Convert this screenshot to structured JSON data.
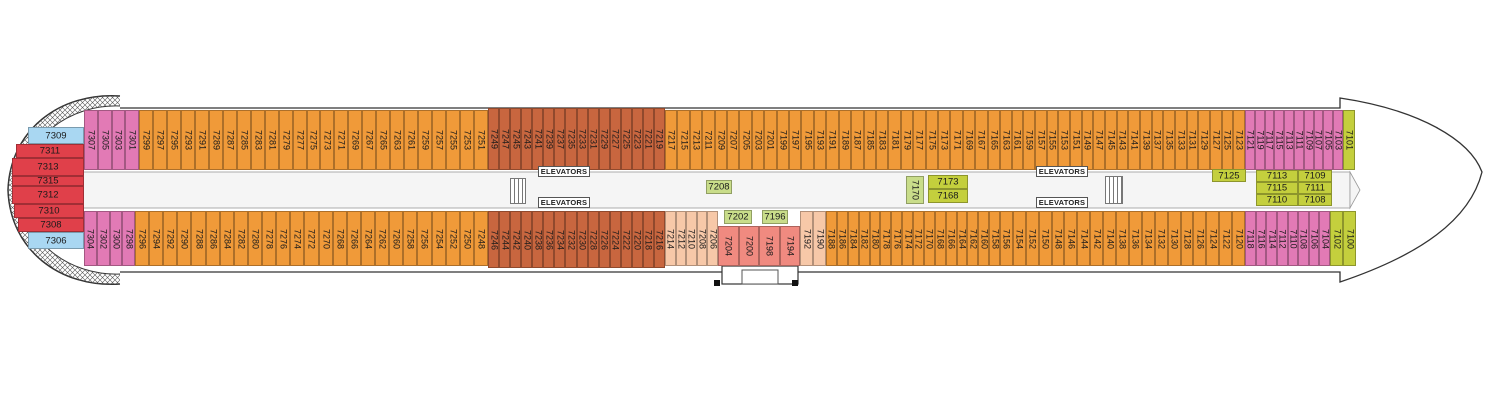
{
  "colors": {
    "orange": "#F09A39",
    "rust": "#C8663F",
    "pink": "#E27AB5",
    "red": "#E0404A",
    "blue": "#A9D7F2",
    "yellowgreen": "#C4CF3D",
    "peach": "#F7C8A8",
    "salmon": "#F08A80",
    "lightgreen": "#C9DD8A",
    "corridor": "#F4F4F4",
    "outline": "#333333"
  },
  "labels": {
    "elevators": "ELEVATORS"
  },
  "groups": [
    {
      "name": "aft-top-pink",
      "color": "pink",
      "row": "top",
      "start": 7307,
      "end": 7301,
      "step": -2
    },
    {
      "name": "aft-top-orange",
      "color": "orange",
      "row": "top",
      "start": 7299,
      "end": 7251,
      "step": -2
    },
    {
      "name": "mid-top-rust",
      "color": "rust",
      "row": "top",
      "start": 7249,
      "end": 7219,
      "step": -2
    },
    {
      "name": "mid-top-orange",
      "color": "orange",
      "row": "top",
      "start": 7217,
      "end": 7165,
      "step": -2
    },
    {
      "name": "fwd-top-orange",
      "color": "orange",
      "row": "top",
      "start": 7163,
      "end": 7123,
      "step": -2
    },
    {
      "name": "fwd-top-pink",
      "color": "pink",
      "row": "top",
      "start": 7121,
      "end": 7103,
      "step": -2
    },
    {
      "name": "bow-top",
      "color": "yellowgreen",
      "row": "top",
      "start": 7101,
      "end": 7101,
      "step": -2
    },
    {
      "name": "aft-bot-pink",
      "color": "pink",
      "row": "bot",
      "start": 7304,
      "end": 7298,
      "step": -2
    },
    {
      "name": "aft-bot-orange",
      "color": "orange",
      "row": "bot",
      "start": 7296,
      "end": 7248,
      "step": -2
    },
    {
      "name": "mid-bot-rust",
      "color": "rust",
      "row": "bot",
      "start": 7246,
      "end": 7216,
      "step": -2
    },
    {
      "name": "mid-bot-peach",
      "color": "peach",
      "row": "bot",
      "start": 7214,
      "end": 7206,
      "step": -2
    },
    {
      "name": "mid-bot-peach2",
      "color": "peach",
      "row": "bot",
      "start": 7192,
      "end": 7190,
      "step": -2
    },
    {
      "name": "mid-bot-orange",
      "color": "orange",
      "row": "bot",
      "start": 7188,
      "end": 7158,
      "step": -2
    },
    {
      "name": "fwd-bot-orange",
      "color": "orange",
      "row": "bot",
      "start": 7156,
      "end": 7120,
      "step": -2
    },
    {
      "name": "fwd-bot-pink",
      "color": "pink",
      "row": "bot",
      "start": 7118,
      "end": 7104,
      "step": -2
    },
    {
      "name": "bow-bot",
      "color": "yellowgreen",
      "row": "bot",
      "start": 7102,
      "end": 7100,
      "step": -2
    }
  ],
  "aft_suites": [
    {
      "label": "7309",
      "color": "blue"
    },
    {
      "label": "7311",
      "color": "red"
    },
    {
      "label": "7313",
      "color": "red"
    },
    {
      "label": "7315",
      "color": "red"
    },
    {
      "label": "7312",
      "color": "red"
    },
    {
      "label": "7310",
      "color": "red"
    },
    {
      "label": "7308",
      "color": "red"
    },
    {
      "label": "7306",
      "color": "blue"
    }
  ],
  "lower_suites": [
    "7204",
    "7200",
    "7198",
    "7194"
  ],
  "center_cabins": [
    {
      "label": "7208",
      "color": "lightgreen"
    },
    {
      "label": "7202",
      "color": "lightgreen"
    },
    {
      "label": "7196",
      "color": "lightgreen"
    },
    {
      "label": "7170",
      "color": "lightgreen"
    },
    {
      "label": "7173",
      "color": "yellowgreen"
    },
    {
      "label": "7168",
      "color": "yellowgreen"
    },
    {
      "label": "7125",
      "color": "yellowgreen"
    },
    {
      "label": "7113",
      "color": "yellowgreen"
    },
    {
      "label": "7115",
      "color": "yellowgreen"
    },
    {
      "label": "7110",
      "color": "yellowgreen"
    },
    {
      "label": "7109",
      "color": "yellowgreen"
    },
    {
      "label": "7111",
      "color": "yellowgreen"
    },
    {
      "label": "7108",
      "color": "yellowgreen"
    }
  ]
}
